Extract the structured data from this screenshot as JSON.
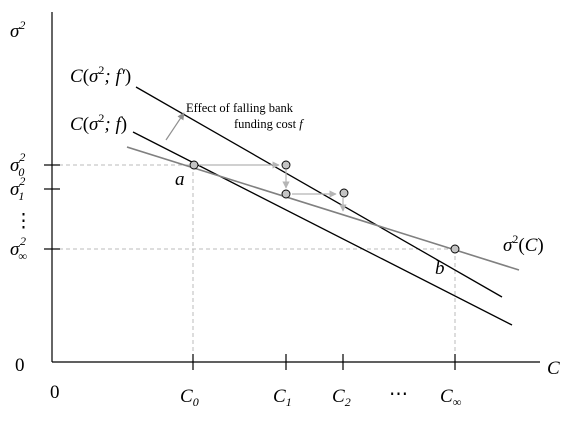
{
  "axes": {
    "y_axis_label": "σ",
    "y_axis_label_sup": "2",
    "x_axis_label": "C",
    "origin_y_label": "0",
    "origin_x_label": "0"
  },
  "y_ticks": [
    {
      "base": "σ",
      "sub": "0",
      "sup": "2"
    },
    {
      "base": "σ",
      "sub": "1",
      "sup": "2"
    },
    {
      "base": "⋮",
      "sub": "",
      "sup": ""
    },
    {
      "base": "σ",
      "sub": "∞",
      "sup": "2"
    }
  ],
  "x_ticks": [
    {
      "base": "C",
      "sub": "0"
    },
    {
      "base": "C",
      "sub": "1"
    },
    {
      "base": "C",
      "sub": "2"
    },
    {
      "base": "⋯",
      "sub": ""
    },
    {
      "base": "C",
      "sub": "∞"
    }
  ],
  "curves": {
    "c_f_prime": {
      "prefix": "C",
      "open": "(",
      "sigma": "σ",
      "sup": "2",
      "rest": "; f′",
      "close": ")"
    },
    "c_f": {
      "prefix": "C",
      "open": "(",
      "sigma": "σ",
      "sup": "2",
      "rest": "; f",
      "close": ")"
    },
    "sigma_c": {
      "sigma": "σ",
      "sup": "2",
      "open": "(",
      "arg": "C",
      "close": ")"
    }
  },
  "annotation": {
    "line1": "Effect of falling bank",
    "line2": "funding cost ",
    "line2_var": "f"
  },
  "points": {
    "a": "a",
    "b": "b"
  },
  "colors": {
    "axis": "#000000",
    "curve": "#000000",
    "sigma_curve": "#808080",
    "guide": "#bbbbbb",
    "step_arrow": "#b5b5b5",
    "point_fill": "#c4c4c4"
  }
}
